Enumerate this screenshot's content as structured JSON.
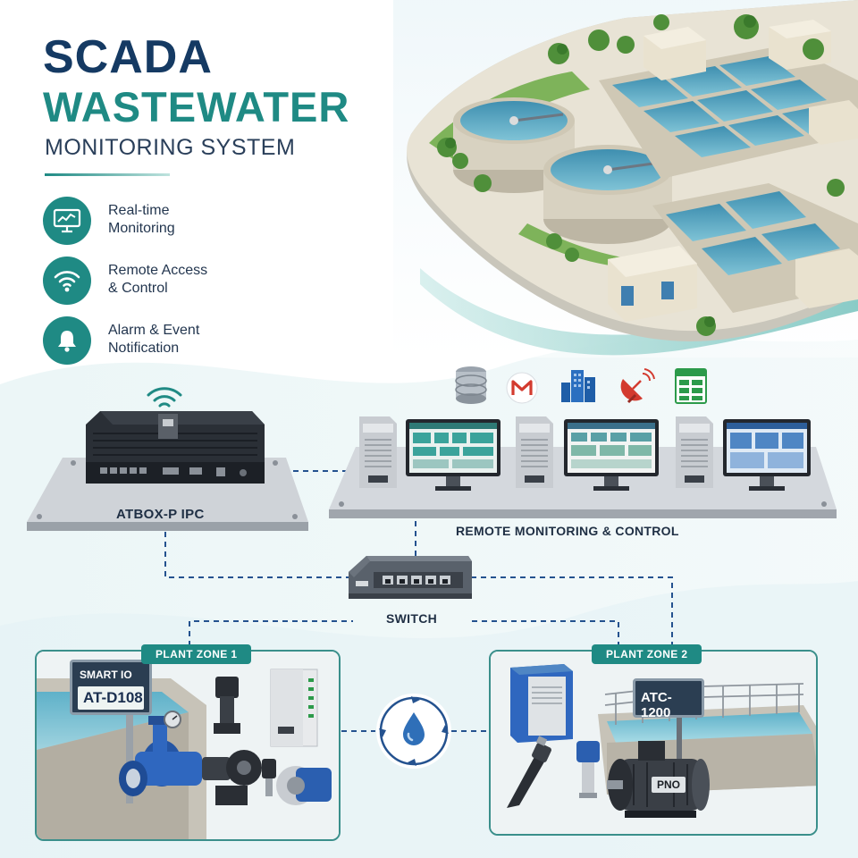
{
  "title": {
    "line1": "SCADA",
    "line2": "WASTEWATER",
    "line3": "MONITORING SYSTEM"
  },
  "features": [
    {
      "icon": "monitor-chart-icon",
      "line1": "Real-time",
      "line2": "Monitoring"
    },
    {
      "icon": "wifi-icon",
      "line1": "Remote Access",
      "line2": "& Control"
    },
    {
      "icon": "bell-icon",
      "line1": "Alarm & Event",
      "line2": "Notification"
    }
  ],
  "ipc": {
    "label": "ATBOX-P IPC"
  },
  "remote": {
    "label": "REMOTE MONITORING & CONTROL",
    "top_icons": [
      "database-icon",
      "mail-icon",
      "building-icon",
      "satellite-dish-icon",
      "spreadsheet-icon"
    ]
  },
  "switch": {
    "label": "SWITCH"
  },
  "zone1": {
    "badge": "PLANT ZONE 1",
    "sign_top": "SMART IO",
    "sign_model": "AT-D108"
  },
  "zone2": {
    "badge": "PLANT ZONE 2",
    "sign_model": "ATC-1200",
    "motor_label": "PNO"
  },
  "center_icon": "water-cycle-icon",
  "colors": {
    "navy": "#153a63",
    "teal": "#1f8a84",
    "link": "#24528f"
  }
}
